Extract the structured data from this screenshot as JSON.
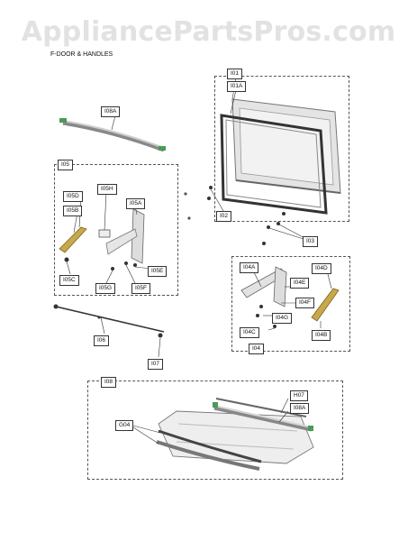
{
  "watermark": "AppliancePartsPros.com",
  "title": "F-DOOR & HANDLES",
  "labels": {
    "I01": "I01",
    "I01A": "I01A",
    "I02": "I02",
    "I03": "I03",
    "I04": "I04",
    "I04A": "I04A",
    "I04B": "I04B",
    "I04C": "I04C",
    "I04D": "I04D",
    "I04E": "I04E",
    "I04F": "I04F",
    "I04G": "I04G",
    "I05": "I05",
    "I05A": "I05A",
    "I05B": "I05B",
    "I05C": "I05C",
    "I05D": "I05D",
    "I05E": "I05E",
    "I05F": "I05F",
    "I05G": "I05G",
    "I05H": "I05H",
    "I06": "I06",
    "I07": "I07",
    "I08": "I08",
    "I08A_top": "I08A",
    "I08A_bottom": "I08A",
    "H07": "H07",
    "G04": "G04"
  }
}
